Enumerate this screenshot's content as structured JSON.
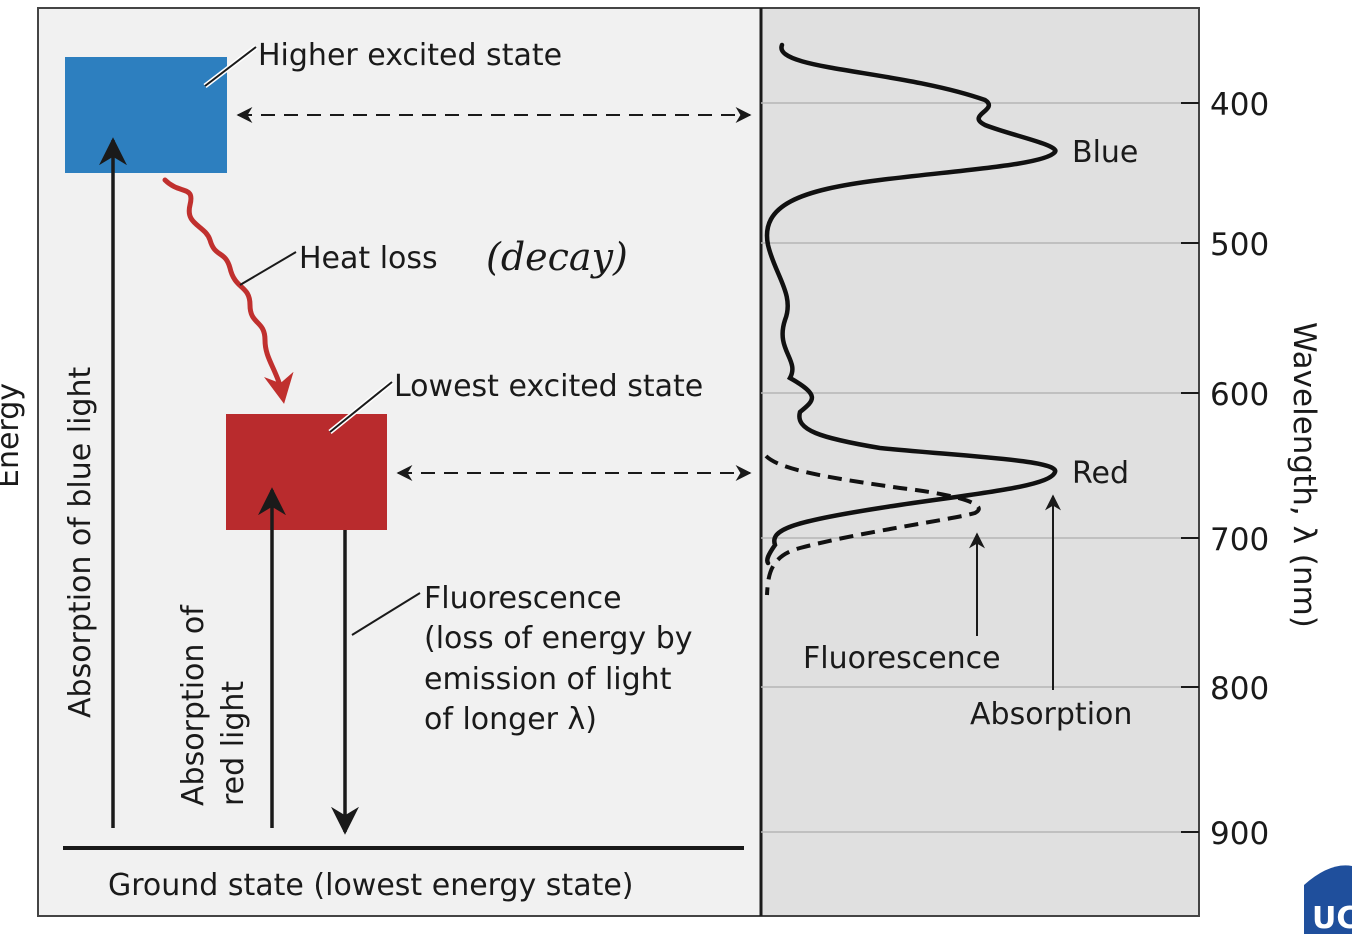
{
  "left_panel": {
    "axis_label": "Energy",
    "higher_state": "Higher excited state",
    "lowest_state": "Lowest excited state",
    "heat_loss": "Heat loss",
    "handwritten_note": "(decay)",
    "absorption_blue": "Absorption of blue light",
    "absorption_red_line1": "Absorption of",
    "absorption_red_line2": "red light",
    "fluorescence_lines": [
      "Fluorescence",
      "(loss of energy by",
      "emission of light",
      "of longer λ)"
    ],
    "ground_state": "Ground state (lowest energy state)"
  },
  "right_panel": {
    "peak_blue": "Blue",
    "peak_red": "Red",
    "fluorescence_label": "Fluorescence",
    "absorption_label": "Absorption",
    "axis_title": "Wavelength, λ (nm)",
    "ticks": [
      "400",
      "500",
      "600",
      "700",
      "800",
      "900"
    ]
  },
  "colors": {
    "higher_state": "#2d7fbf",
    "lowest_state": "#b92b2d",
    "heat_arrow": "#c0302e",
    "left_bg": "#f1f1f1",
    "right_bg": "#e0e0e0"
  },
  "logo_text": "UC"
}
